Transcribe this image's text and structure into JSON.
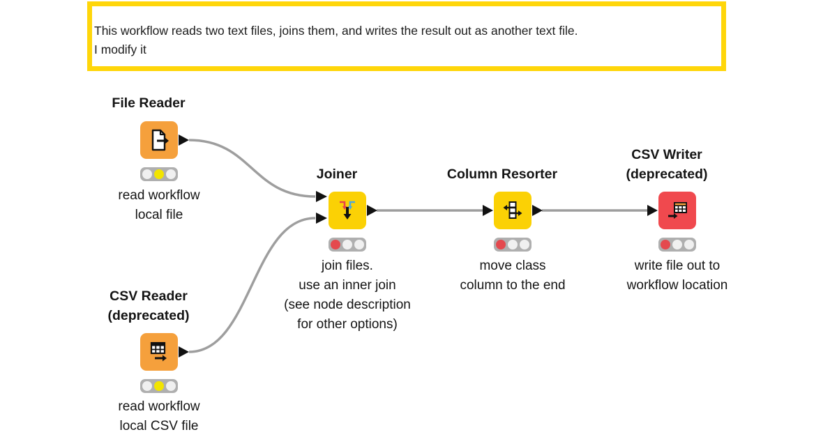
{
  "app": "knime-workflow-editor",
  "canvas_background": "#FFFFFF",
  "annotation": {
    "line1": "This workflow reads two text files, joins them, and writes the result out as another text file.",
    "line2": "I modify it",
    "border_color": "#FFD60A"
  },
  "palette": {
    "source_node_orange": "#F5A03C",
    "manipulator_node_yellow": "#FBD105",
    "sink_node_red": "#F0494E",
    "traffic_light_gray": "#AFAFAF",
    "traffic_lit_yellow": "#F2E400",
    "traffic_lit_red": "#E4494E",
    "traffic_off_white": "#F0F0F0",
    "connection_gray": "#9E9E9E",
    "port_black": "#111111"
  },
  "nodes": [
    {
      "id": "file-reader",
      "title_lines": [
        "File Reader"
      ],
      "description_lines": [
        "read workflow",
        "local file"
      ],
      "type": "source",
      "icon": "file-reader-icon",
      "traffic": [
        "off",
        "yellow",
        "off"
      ]
    },
    {
      "id": "csv-reader",
      "title_lines": [
        "CSV Reader",
        "(deprecated)"
      ],
      "description_lines": [
        "read workflow",
        "local CSV file"
      ],
      "type": "source",
      "icon": "csv-reader-icon",
      "traffic": [
        "off",
        "yellow",
        "off"
      ]
    },
    {
      "id": "joiner",
      "title_lines": [
        "Joiner"
      ],
      "description_lines": [
        "join files.",
        "use an inner join",
        "(see node description",
        "for other options)"
      ],
      "type": "manipulator",
      "icon": "joiner-icon",
      "traffic": [
        "red",
        "off",
        "off"
      ]
    },
    {
      "id": "column-resorter",
      "title_lines": [
        "Column Resorter"
      ],
      "description_lines": [
        "move class",
        "column to the end"
      ],
      "type": "manipulator",
      "icon": "column-resorter-icon",
      "traffic": [
        "red",
        "off",
        "off"
      ]
    },
    {
      "id": "csv-writer",
      "title_lines": [
        "CSV Writer",
        "(deprecated)"
      ],
      "description_lines": [
        "write file out to",
        "workflow location"
      ],
      "type": "sink",
      "icon": "csv-writer-icon",
      "traffic": [
        "red",
        "off",
        "off"
      ]
    }
  ],
  "connections": [
    {
      "from": "file-reader",
      "to": "joiner"
    },
    {
      "from": "csv-reader",
      "to": "joiner"
    },
    {
      "from": "joiner",
      "to": "column-resorter"
    },
    {
      "from": "column-resorter",
      "to": "csv-writer"
    }
  ]
}
